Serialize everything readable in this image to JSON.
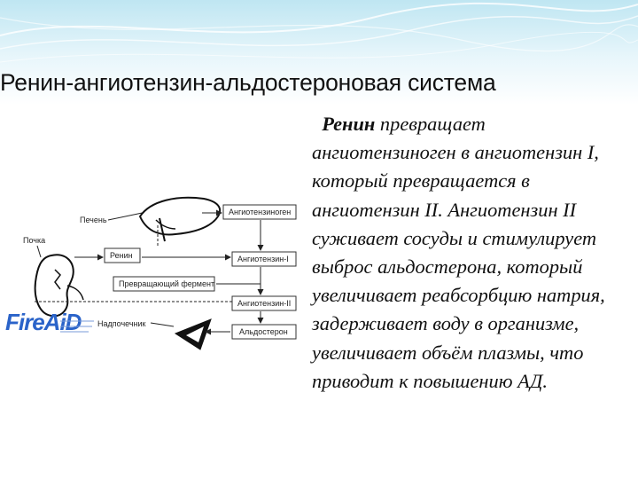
{
  "slide": {
    "title": "Ренин-ангиотензин-альдостероновая система",
    "body_lead": "Ренин",
    "body_rest": " превращает ангиотензиноген в ангиотензин I, который превращается в ангиотензин II. Ангиотензин II суживает сосуды и стимулирует выброс альдостерона, который увеличивает реабсорбцию натрия, задерживает воду в организме, увеличивает объём плазмы, что приводит к повышению АД."
  },
  "diagram": {
    "organs": {
      "liver": "Печень",
      "kidney": "Почка",
      "adrenal": "Надпочечник"
    },
    "boxes": {
      "angiotensinogen": "Ангиотензиноген",
      "renin": "Ренин",
      "angiotensin1": "Ангиотензин-I",
      "converting_enzyme": "Превращающий фермент",
      "angiotensin2": "Ангиотензин-II",
      "aldosterone": "Альдостерон"
    }
  },
  "watermark": {
    "brand": "FireAiD"
  }
}
